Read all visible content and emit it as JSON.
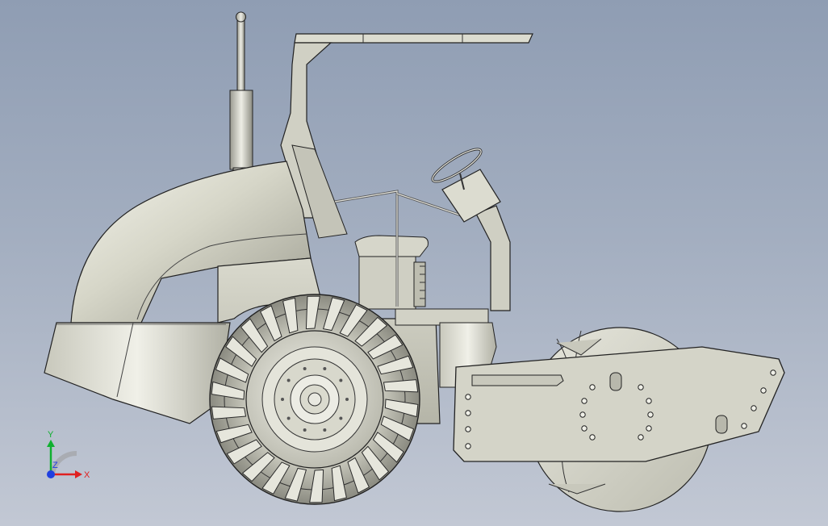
{
  "viewport": {
    "background_top": "#8f9db3",
    "background_bottom": "#c2c8d4",
    "model": "single-drum-vibratory-roller"
  },
  "triad": {
    "x_label": "X",
    "y_label": "Y",
    "z_label": "Z",
    "x_color": "#e02020",
    "y_color": "#10b030",
    "z_color": "#2040e0"
  }
}
